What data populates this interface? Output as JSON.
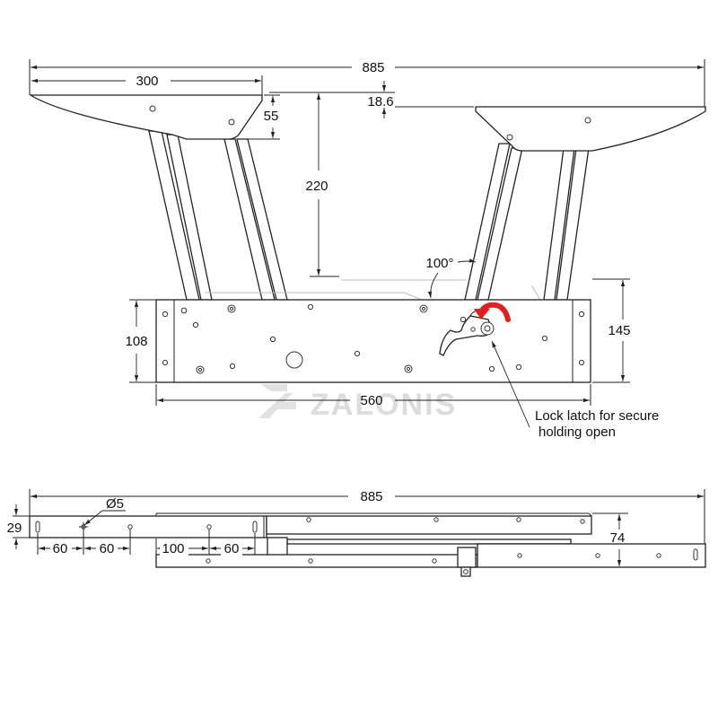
{
  "dimensions": {
    "overall_width_top": "885",
    "top_plate_width": "300",
    "plate_drop": "55",
    "plate_thickness": "18.6",
    "lift_height": "220",
    "opening_angle": "100°",
    "base_height": "108",
    "total_height": "145",
    "base_width": "560",
    "overall_width_side": "885",
    "hole_diameter": "Ø5",
    "rail_height": "29",
    "spacing_a": "60",
    "spacing_b": "60",
    "spacing_c": "100",
    "spacing_d": "60",
    "closed_height": "74"
  },
  "annotations": {
    "lock_latch_line1": "Lock latch for secure",
    "lock_latch_line2": "holding open"
  },
  "watermark": {
    "text": "ZALONIS",
    "color": "#dcdcdc"
  },
  "colors": {
    "line": "#222222",
    "arrow_accent": "#e02020"
  }
}
